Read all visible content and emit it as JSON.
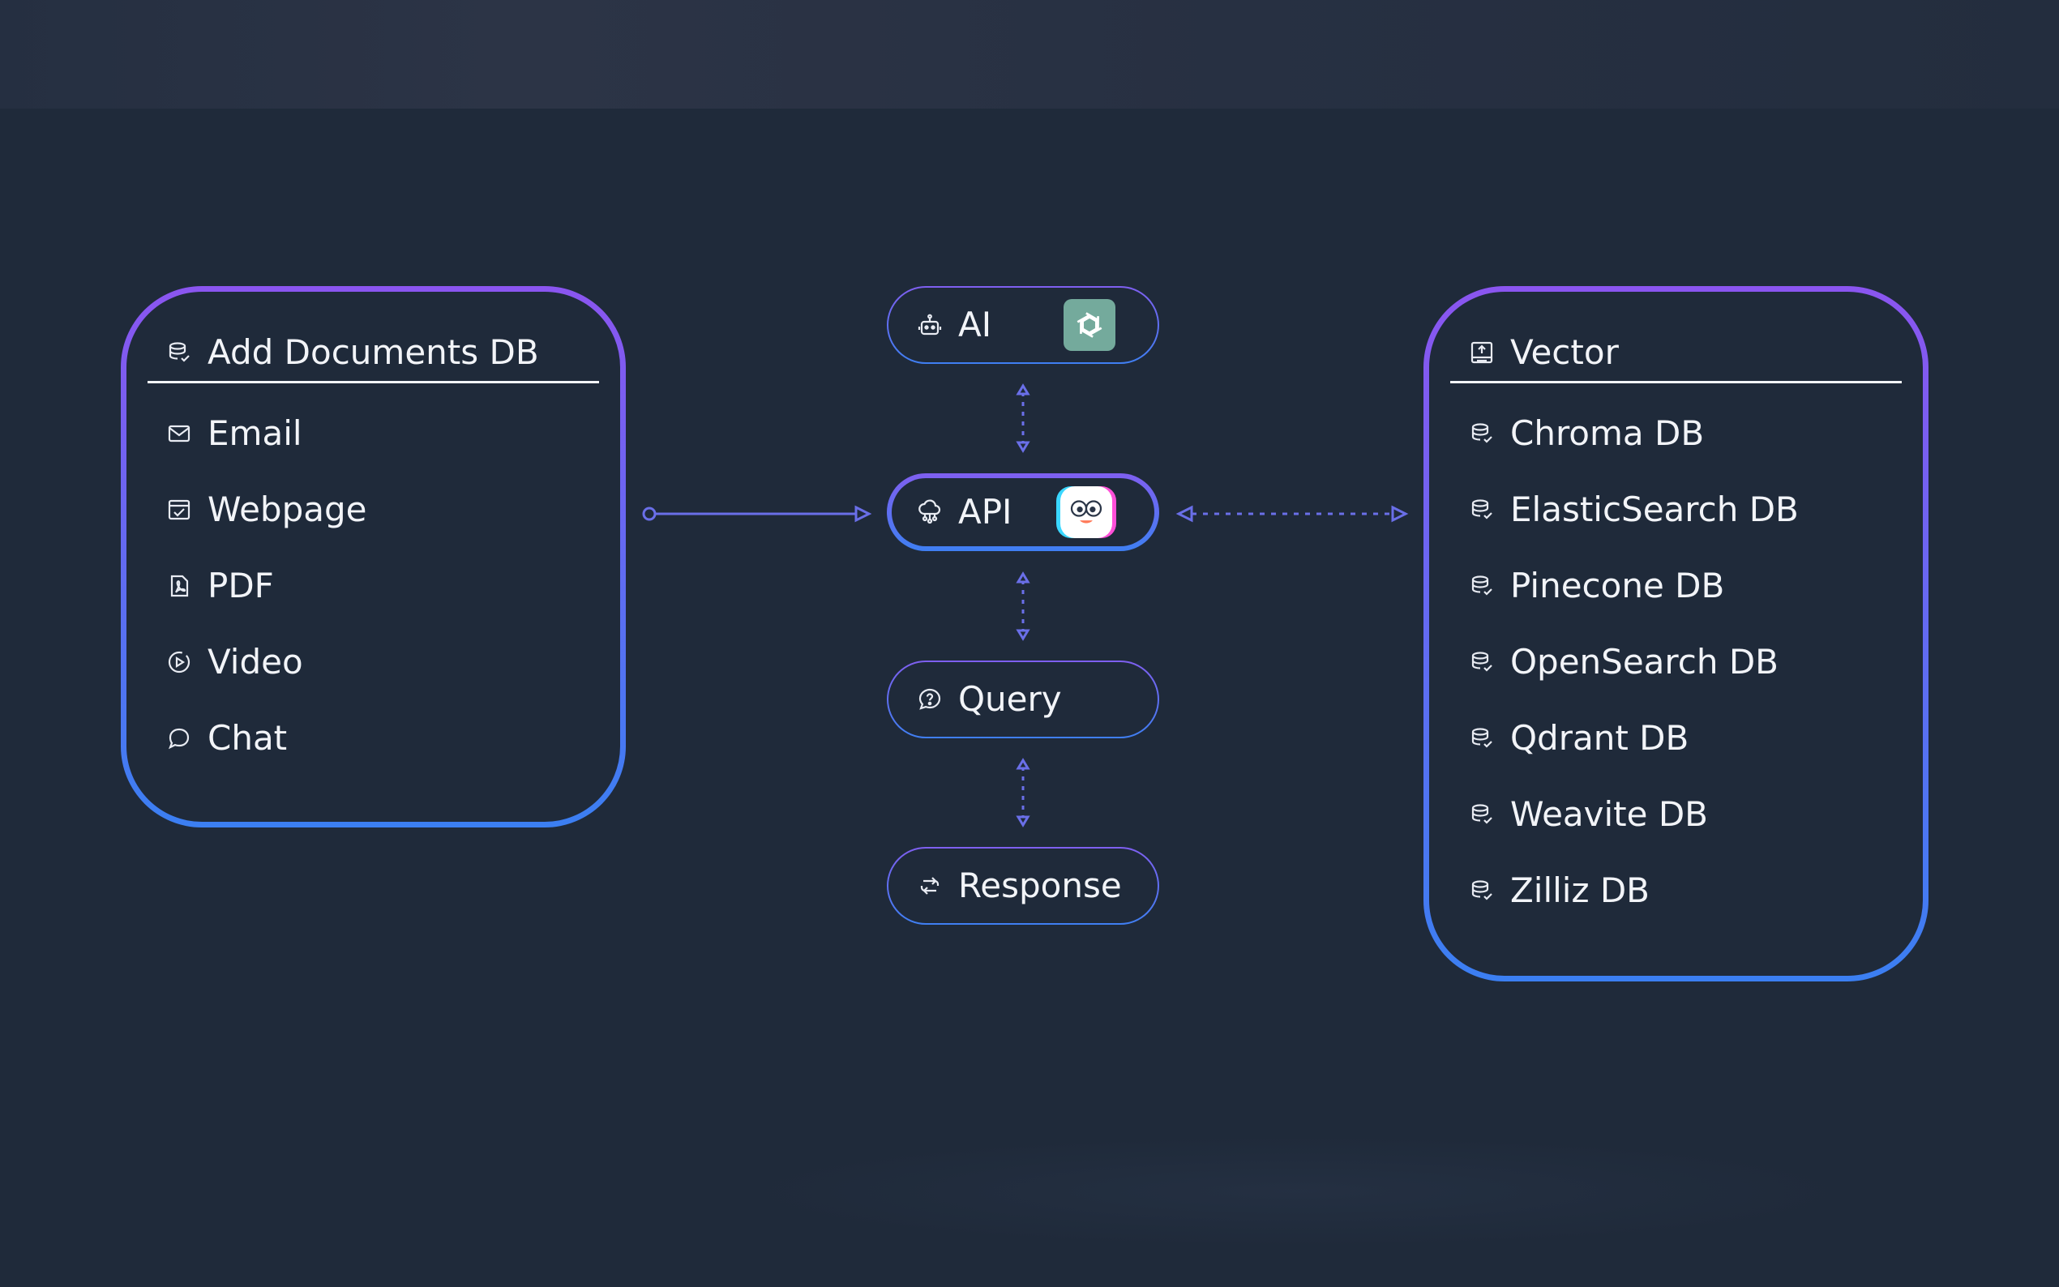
{
  "left_panel": {
    "title": "Add Documents DB",
    "items": [
      {
        "label": "Email",
        "icon": "mail-icon"
      },
      {
        "label": "Webpage",
        "icon": "calendar-check-icon"
      },
      {
        "label": "PDF",
        "icon": "pdf-file-icon"
      },
      {
        "label": "Video",
        "icon": "play-circle-icon"
      },
      {
        "label": "Chat",
        "icon": "chat-bubble-icon"
      }
    ]
  },
  "center_nodes": {
    "ai": {
      "label": "AI",
      "icon": "robot-icon",
      "logo": "openai-logo"
    },
    "api": {
      "label": "API",
      "icon": "cloud-network-icon",
      "logo": "embedchain-logo"
    },
    "query": {
      "label": "Query",
      "icon": "question-bubble-icon"
    },
    "response": {
      "label": "Response",
      "icon": "response-icon"
    }
  },
  "right_panel": {
    "title": "Vector",
    "items": [
      {
        "label": "Chroma DB",
        "icon": "database-icon"
      },
      {
        "label": "ElasticSearch DB",
        "icon": "database-icon"
      },
      {
        "label": "Pinecone DB",
        "icon": "database-icon"
      },
      {
        "label": "OpenSearch DB",
        "icon": "database-icon"
      },
      {
        "label": "Qdrant DB",
        "icon": "database-icon"
      },
      {
        "label": "Weavite DB",
        "icon": "database-icon"
      },
      {
        "label": "Zilliz DB",
        "icon": "database-icon"
      }
    ]
  },
  "colors": {
    "background": "#1f2a3a",
    "panel_border_top": "#8b55f0",
    "panel_border_bottom": "#3b7ff2",
    "connector": "#6a6fe8",
    "text": "#f2f4f8"
  }
}
